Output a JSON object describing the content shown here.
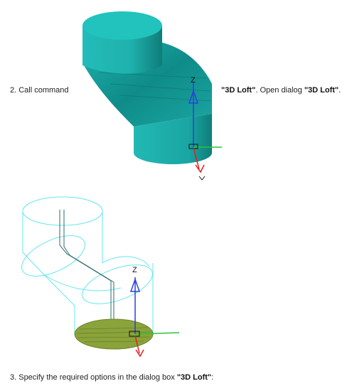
{
  "step2": {
    "prefix": "2. Call command",
    "command_name": "\"3D Loft\"",
    "middle": ". Open dialog ",
    "dialog_name": "\"3D Loft\"",
    "suffix": "."
  },
  "step3": {
    "prefix": "3. Specify the required options in the dialog box ",
    "dialog_name": "\"3D Loft\"",
    "suffix": ":"
  },
  "axis_label": "Z",
  "colors": {
    "solid_teal": "#1aa9a6",
    "wire_cyan": "#66e6ef",
    "axis_blue": "#2b3fe0",
    "axis_red": "#e02020",
    "axis_green": "#29c43a",
    "section_olive": "#8aa33a"
  }
}
